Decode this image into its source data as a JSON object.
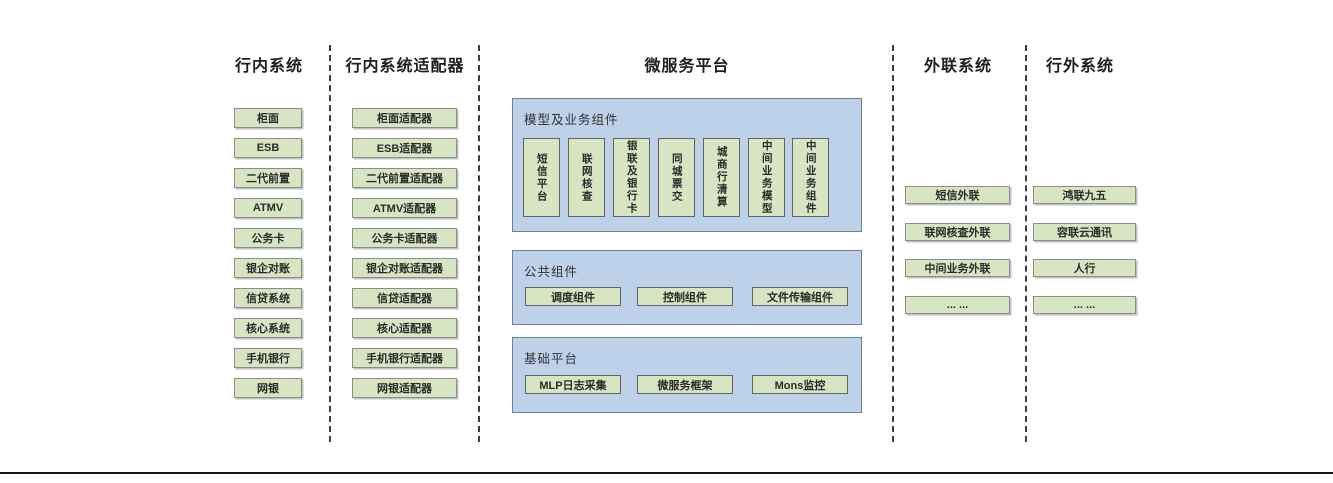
{
  "diagram": {
    "columns": {
      "internal": {
        "title": "行内系统",
        "items": [
          "柜面",
          "ESB",
          "二代前置",
          "ATMV",
          "公务卡",
          "银企对账",
          "信贷系统",
          "核心系统",
          "手机银行",
          "网银"
        ]
      },
      "adapters": {
        "title": "行内系统适配器",
        "items": [
          "柜面适配器",
          "ESB适配器",
          "二代前置适配器",
          "ATMV适配器",
          "公务卡适配器",
          "银企对账适配器",
          "信贷适配器",
          "核心适配器",
          "手机银行适配器",
          "网银适配器"
        ]
      },
      "platform": {
        "title": "微服务平台",
        "sections": [
          {
            "label": "模型及业务组件",
            "items": [
              "短信平台",
              "联网核查",
              "银联及银行卡",
              "同城票交",
              "城商行清算",
              "中间业务模型",
              "中间业务组件"
            ]
          },
          {
            "label": "公共组件",
            "items": [
              "调度组件",
              "控制组件",
              "文件传输组件"
            ]
          },
          {
            "label": "基础平台",
            "items": [
              "MLP日志采集",
              "微服务框架",
              "Mons监控"
            ]
          }
        ]
      },
      "outreach": {
        "title": "外联系统",
        "items": [
          "短信外联",
          "联网核查外联",
          "中间业务外联",
          "... ..."
        ]
      },
      "external": {
        "title": "行外系统",
        "items": [
          "鸿联九五",
          "容联云通讯",
          "人行",
          "... ..."
        ]
      }
    },
    "colors": {
      "node_fill": "#d8e5c2",
      "node_border": "#8c8c8c",
      "container_fill": "#bdd2e8",
      "container_border": "#6f8095"
    }
  }
}
